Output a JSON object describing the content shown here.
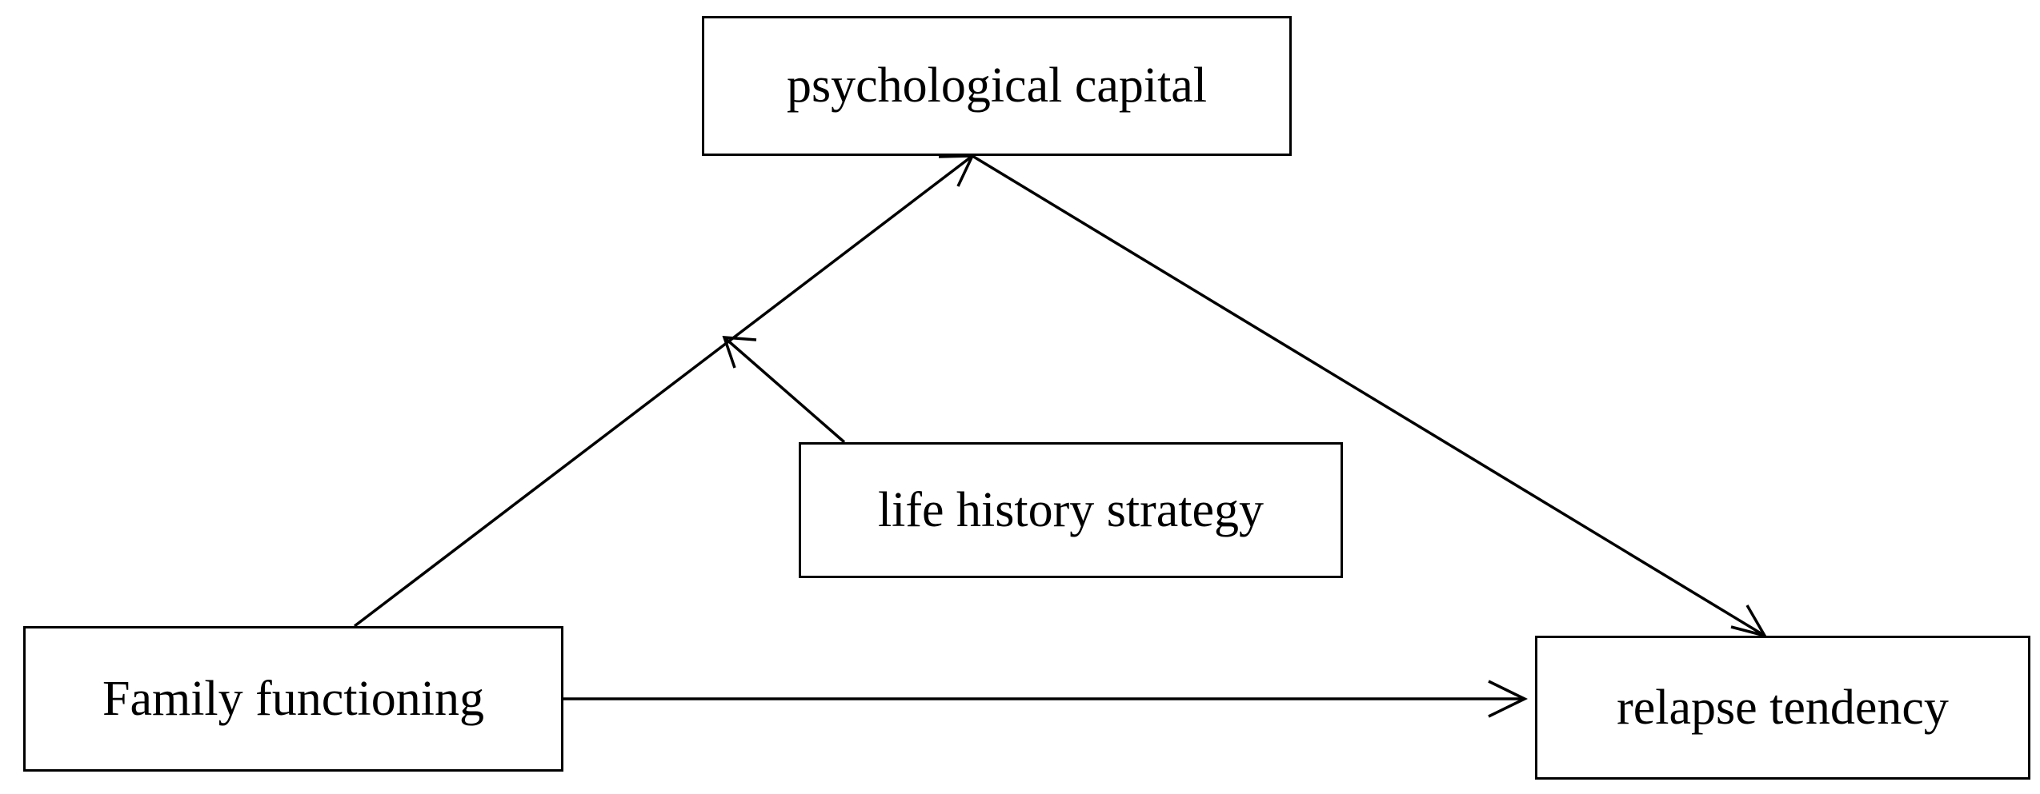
{
  "diagram": {
    "nodes": {
      "psychological_capital": "psychological capital",
      "life_history_strategy": "life history strategy",
      "family_functioning": "Family functioning",
      "relapse_tendency": "relapse tendency"
    },
    "edges": [
      {
        "from": "family_functioning",
        "to": "psychological_capital"
      },
      {
        "from": "psychological_capital",
        "to": "relapse_tendency"
      },
      {
        "from": "family_functioning",
        "to": "relapse_tendency"
      },
      {
        "from": "life_history_strategy",
        "to": "family_functioning->psychological_capital"
      }
    ],
    "colors": {
      "line": "#000000",
      "background": "#ffffff"
    }
  }
}
